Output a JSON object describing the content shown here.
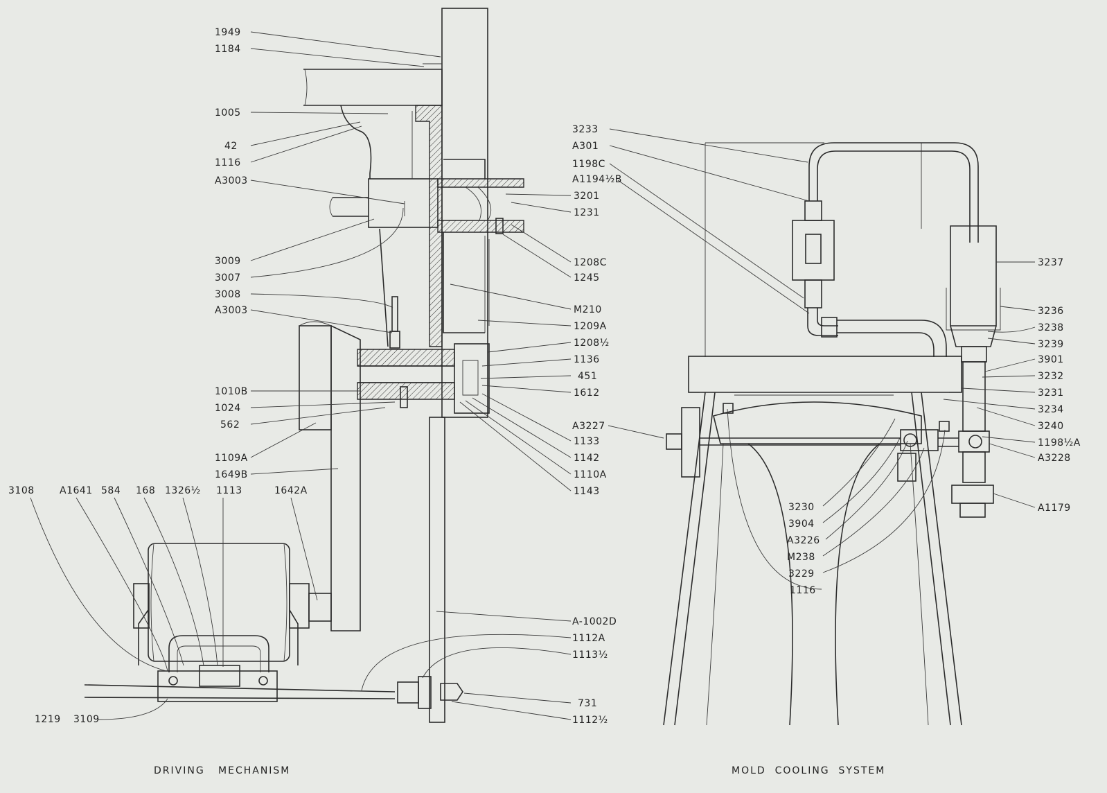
{
  "captions": {
    "driving": "DRIVING   MECHANISM",
    "cooling": "MOLD  COOLING  SYSTEM"
  },
  "driving_labels": {
    "left_column": [
      "1949",
      "1184",
      "1005",
      "42",
      "1116",
      "A3003",
      "3009",
      "3007",
      "3008",
      "A3003",
      "1010B",
      "1024",
      "562",
      "1109A",
      "1649B"
    ],
    "right_column": [
      "3201",
      "1231",
      "1208C",
      "1245",
      "M210",
      "1209A",
      "1208½",
      "1136",
      "451",
      "1612",
      "A3227",
      "1133",
      "1142",
      "1110A",
      "1143"
    ],
    "motor_row": [
      "3108",
      "A1641",
      "584",
      "168",
      "1326½",
      "1113",
      "1642A"
    ],
    "base_right": [
      "A-1002D",
      "1112A",
      "1113½",
      "731",
      "1112½"
    ],
    "base_left": [
      "1219",
      "3109"
    ]
  },
  "cooling_labels": {
    "top_left": [
      "3233",
      "A301",
      "1198C",
      "A1194½B"
    ],
    "right_column": [
      "3237",
      "3236",
      "3238",
      "3239",
      "3901",
      "3232",
      "3231",
      "3234",
      "3240",
      "1198½A",
      "A3228",
      "A1179"
    ],
    "lower_left": [
      "3230",
      "3904",
      "A3226",
      "M238",
      "3229",
      "1116"
    ]
  }
}
